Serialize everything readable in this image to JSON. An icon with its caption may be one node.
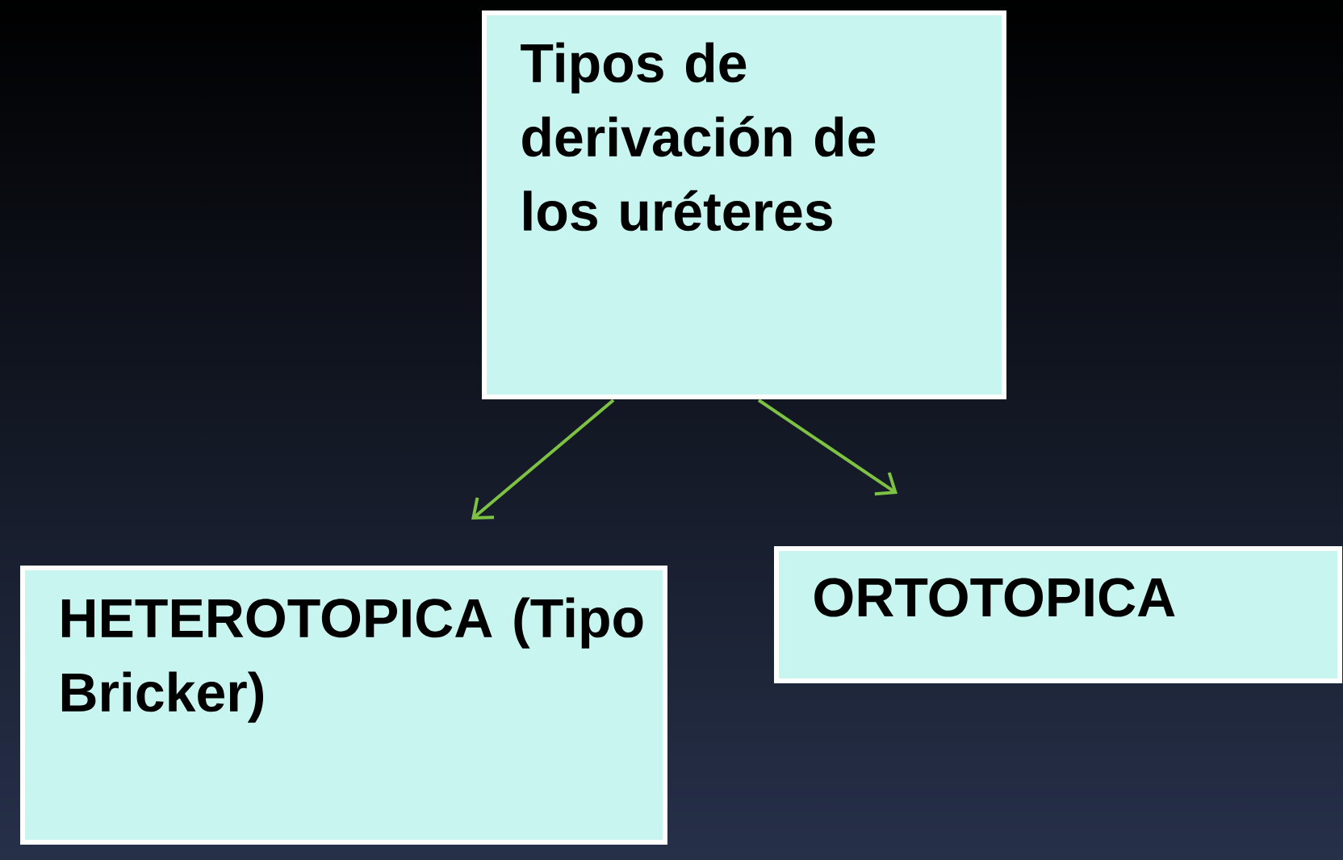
{
  "diagram": {
    "nodes": [
      {
        "text": [
          "Tipos de derivación de los uréteres"
        ]
      },
      {
        "text": [
          "HETEROTOPICA (Tipo Bricker)"
        ]
      },
      {
        "text": [
          "ORTOTOPICA"
        ]
      }
    ],
    "edges": [
      {
        "from": 0,
        "to": 1,
        "arrow": "to",
        "color": "#7dc242"
      },
      {
        "from": 0,
        "to": 2,
        "arrow": "to",
        "color": "#7dc242"
      }
    ]
  }
}
